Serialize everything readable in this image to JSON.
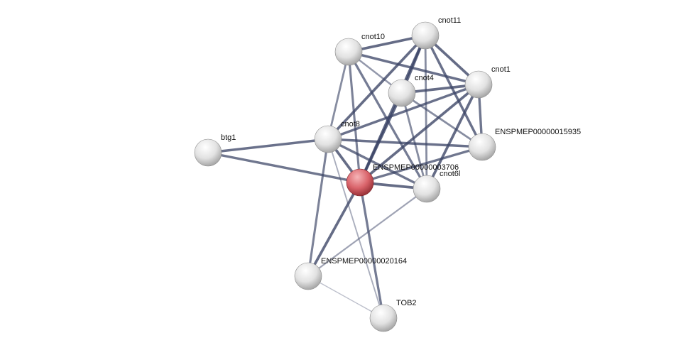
{
  "colors": {
    "edge": "#3b4466",
    "node": "#e6e6e6",
    "query_node": "#d9636a"
  },
  "nodes": [
    {
      "id": "cnot10",
      "label": "cnot10",
      "query": false
    },
    {
      "id": "cnot11",
      "label": "cnot11",
      "query": false
    },
    {
      "id": "cnot1",
      "label": "cnot1",
      "query": false
    },
    {
      "id": "cnot4",
      "label": "cnot4",
      "query": false
    },
    {
      "id": "cnot8",
      "label": "cnot8",
      "query": false
    },
    {
      "id": "btg1",
      "label": "btg1",
      "query": false
    },
    {
      "id": "e15935",
      "label": "ENSPMEP00000015935",
      "query": false
    },
    {
      "id": "e3706",
      "label": "ENSPMEP00000003706",
      "query": true
    },
    {
      "id": "cnot6l",
      "label": "cnot6l",
      "query": false
    },
    {
      "id": "e20164",
      "label": "ENSPMEP00000020164",
      "query": false
    },
    {
      "id": "tob2",
      "label": "TOB2",
      "query": false
    }
  ],
  "edges": [
    [
      "cnot10",
      "cnot11",
      0.9
    ],
    [
      "cnot10",
      "cnot1",
      0.85
    ],
    [
      "cnot10",
      "cnot8",
      0.6
    ],
    [
      "cnot10",
      "e3706",
      0.7
    ],
    [
      "cnot10",
      "cnot6l",
      0.75
    ],
    [
      "cnot10",
      "cnot4",
      0.5
    ],
    [
      "cnot11",
      "cnot8",
      0.9
    ],
    [
      "cnot11",
      "cnot4",
      0.9
    ],
    [
      "cnot11",
      "e3706",
      0.95
    ],
    [
      "cnot11",
      "cnot1",
      0.9
    ],
    [
      "cnot11",
      "cnot6l",
      0.6
    ],
    [
      "cnot11",
      "e15935",
      0.85
    ],
    [
      "cnot1",
      "cnot4",
      0.9
    ],
    [
      "cnot1",
      "cnot8",
      0.85
    ],
    [
      "cnot1",
      "e3706",
      0.9
    ],
    [
      "cnot1",
      "cnot6l",
      0.9
    ],
    [
      "cnot1",
      "e15935",
      0.8
    ],
    [
      "cnot4",
      "e3706",
      0.95
    ],
    [
      "cnot4",
      "cnot6l",
      0.6
    ],
    [
      "cnot4",
      "e15935",
      0.6
    ],
    [
      "cnot8",
      "btg1",
      0.85
    ],
    [
      "cnot8",
      "e3706",
      0.9
    ],
    [
      "cnot8",
      "e15935",
      0.85
    ],
    [
      "cnot8",
      "cnot6l",
      0.8
    ],
    [
      "cnot8",
      "e20164",
      0.7
    ],
    [
      "cnot8",
      "tob2",
      0.3
    ],
    [
      "btg1",
      "e3706",
      0.8
    ],
    [
      "e3706",
      "cnot6l",
      0.9
    ],
    [
      "e3706",
      "e15935",
      0.8
    ],
    [
      "e3706",
      "e20164",
      0.9
    ],
    [
      "e3706",
      "tob2",
      0.75
    ],
    [
      "cnot6l",
      "e20164",
      0.4
    ],
    [
      "e20164",
      "tob2",
      0.15
    ]
  ]
}
